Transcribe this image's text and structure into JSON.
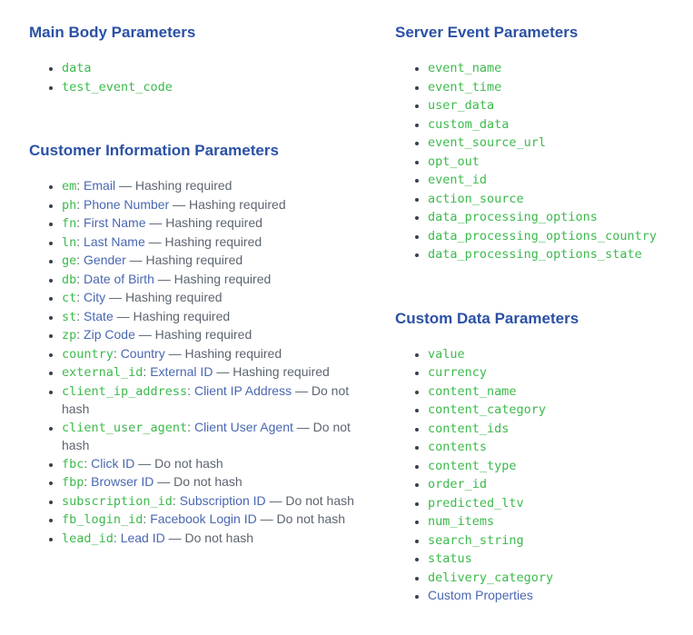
{
  "colors": {
    "heading_blue": "#2b51a5",
    "code_green": "#3cba4c",
    "link_blue": "#4a67b2",
    "body_gray": "#5c6570",
    "background": "#ffffff"
  },
  "columns": [
    {
      "sections": [
        {
          "title": "Main Body Parameters",
          "items": [
            {
              "code": "data"
            },
            {
              "code": "test_event_code"
            }
          ]
        },
        {
          "title": "Customer Information Parameters",
          "items": [
            {
              "code": "em",
              "sep": ": ",
              "link": "Email",
              "tail": " — Hashing required"
            },
            {
              "code": "ph",
              "sep": ": ",
              "link": "Phone Number",
              "tail": " — Hashing required"
            },
            {
              "code": "fn",
              "sep": ": ",
              "link": "First Name",
              "tail": " — Hashing required"
            },
            {
              "code": "ln",
              "sep": ": ",
              "link": "Last Name",
              "tail": " — Hashing required"
            },
            {
              "code": "ge",
              "sep": ": ",
              "link": "Gender",
              "tail": " — Hashing required"
            },
            {
              "code": "db",
              "sep": ": ",
              "link": "Date of Birth",
              "tail": " — Hashing required"
            },
            {
              "code": "ct",
              "sep": ": ",
              "link": "City",
              "tail": " — Hashing required"
            },
            {
              "code": "st",
              "sep": ": ",
              "link": "State",
              "tail": " — Hashing required"
            },
            {
              "code": "zp",
              "sep": ": ",
              "link": "Zip Code",
              "tail": " — Hashing required"
            },
            {
              "code": "country",
              "sep": ": ",
              "link": "Country",
              "tail": " — Hashing required"
            },
            {
              "code": "external_id",
              "sep": ": ",
              "link": "External ID",
              "tail": " — Hashing required"
            },
            {
              "code": "client_ip_address",
              "sep": ": ",
              "link": "Client IP Address",
              "tail": " — Do not hash"
            },
            {
              "code": "client_user_agent",
              "sep": ": ",
              "link": "Client User Agent",
              "tail": " — Do not hash"
            },
            {
              "code": "fbc",
              "sep": ": ",
              "link": "Click ID",
              "tail": " — Do not hash"
            },
            {
              "code": "fbp",
              "sep": ": ",
              "link": "Browser ID",
              "tail": " — Do not hash"
            },
            {
              "code": "subscription_id",
              "sep": ": ",
              "link": "Subscription ID",
              "tail": " — Do not hash"
            },
            {
              "code": "fb_login_id",
              "sep": ": ",
              "link": "Facebook Login ID",
              "tail": " — Do not hash"
            },
            {
              "code": "lead_id",
              "sep": ": ",
              "link": "Lead ID",
              "tail": " — Do not hash"
            }
          ]
        }
      ]
    },
    {
      "sections": [
        {
          "title": "Server Event Parameters",
          "items": [
            {
              "code": "event_name"
            },
            {
              "code": "event_time"
            },
            {
              "code": "user_data"
            },
            {
              "code": "custom_data"
            },
            {
              "code": "event_source_url"
            },
            {
              "code": "opt_out"
            },
            {
              "code": "event_id"
            },
            {
              "code": "action_source"
            },
            {
              "code": "data_processing_options"
            },
            {
              "code": "data_processing_options_country"
            },
            {
              "code": "data_processing_options_state"
            }
          ]
        },
        {
          "title": "Custom Data Parameters",
          "items": [
            {
              "code": "value"
            },
            {
              "code": "currency"
            },
            {
              "code": "content_name"
            },
            {
              "code": "content_category"
            },
            {
              "code": "content_ids"
            },
            {
              "code": "contents"
            },
            {
              "code": "content_type"
            },
            {
              "code": "order_id"
            },
            {
              "code": "predicted_ltv"
            },
            {
              "code": "num_items"
            },
            {
              "code": "search_string"
            },
            {
              "code": "status"
            },
            {
              "code": "delivery_category"
            },
            {
              "link": "Custom Properties"
            }
          ]
        }
      ]
    }
  ]
}
